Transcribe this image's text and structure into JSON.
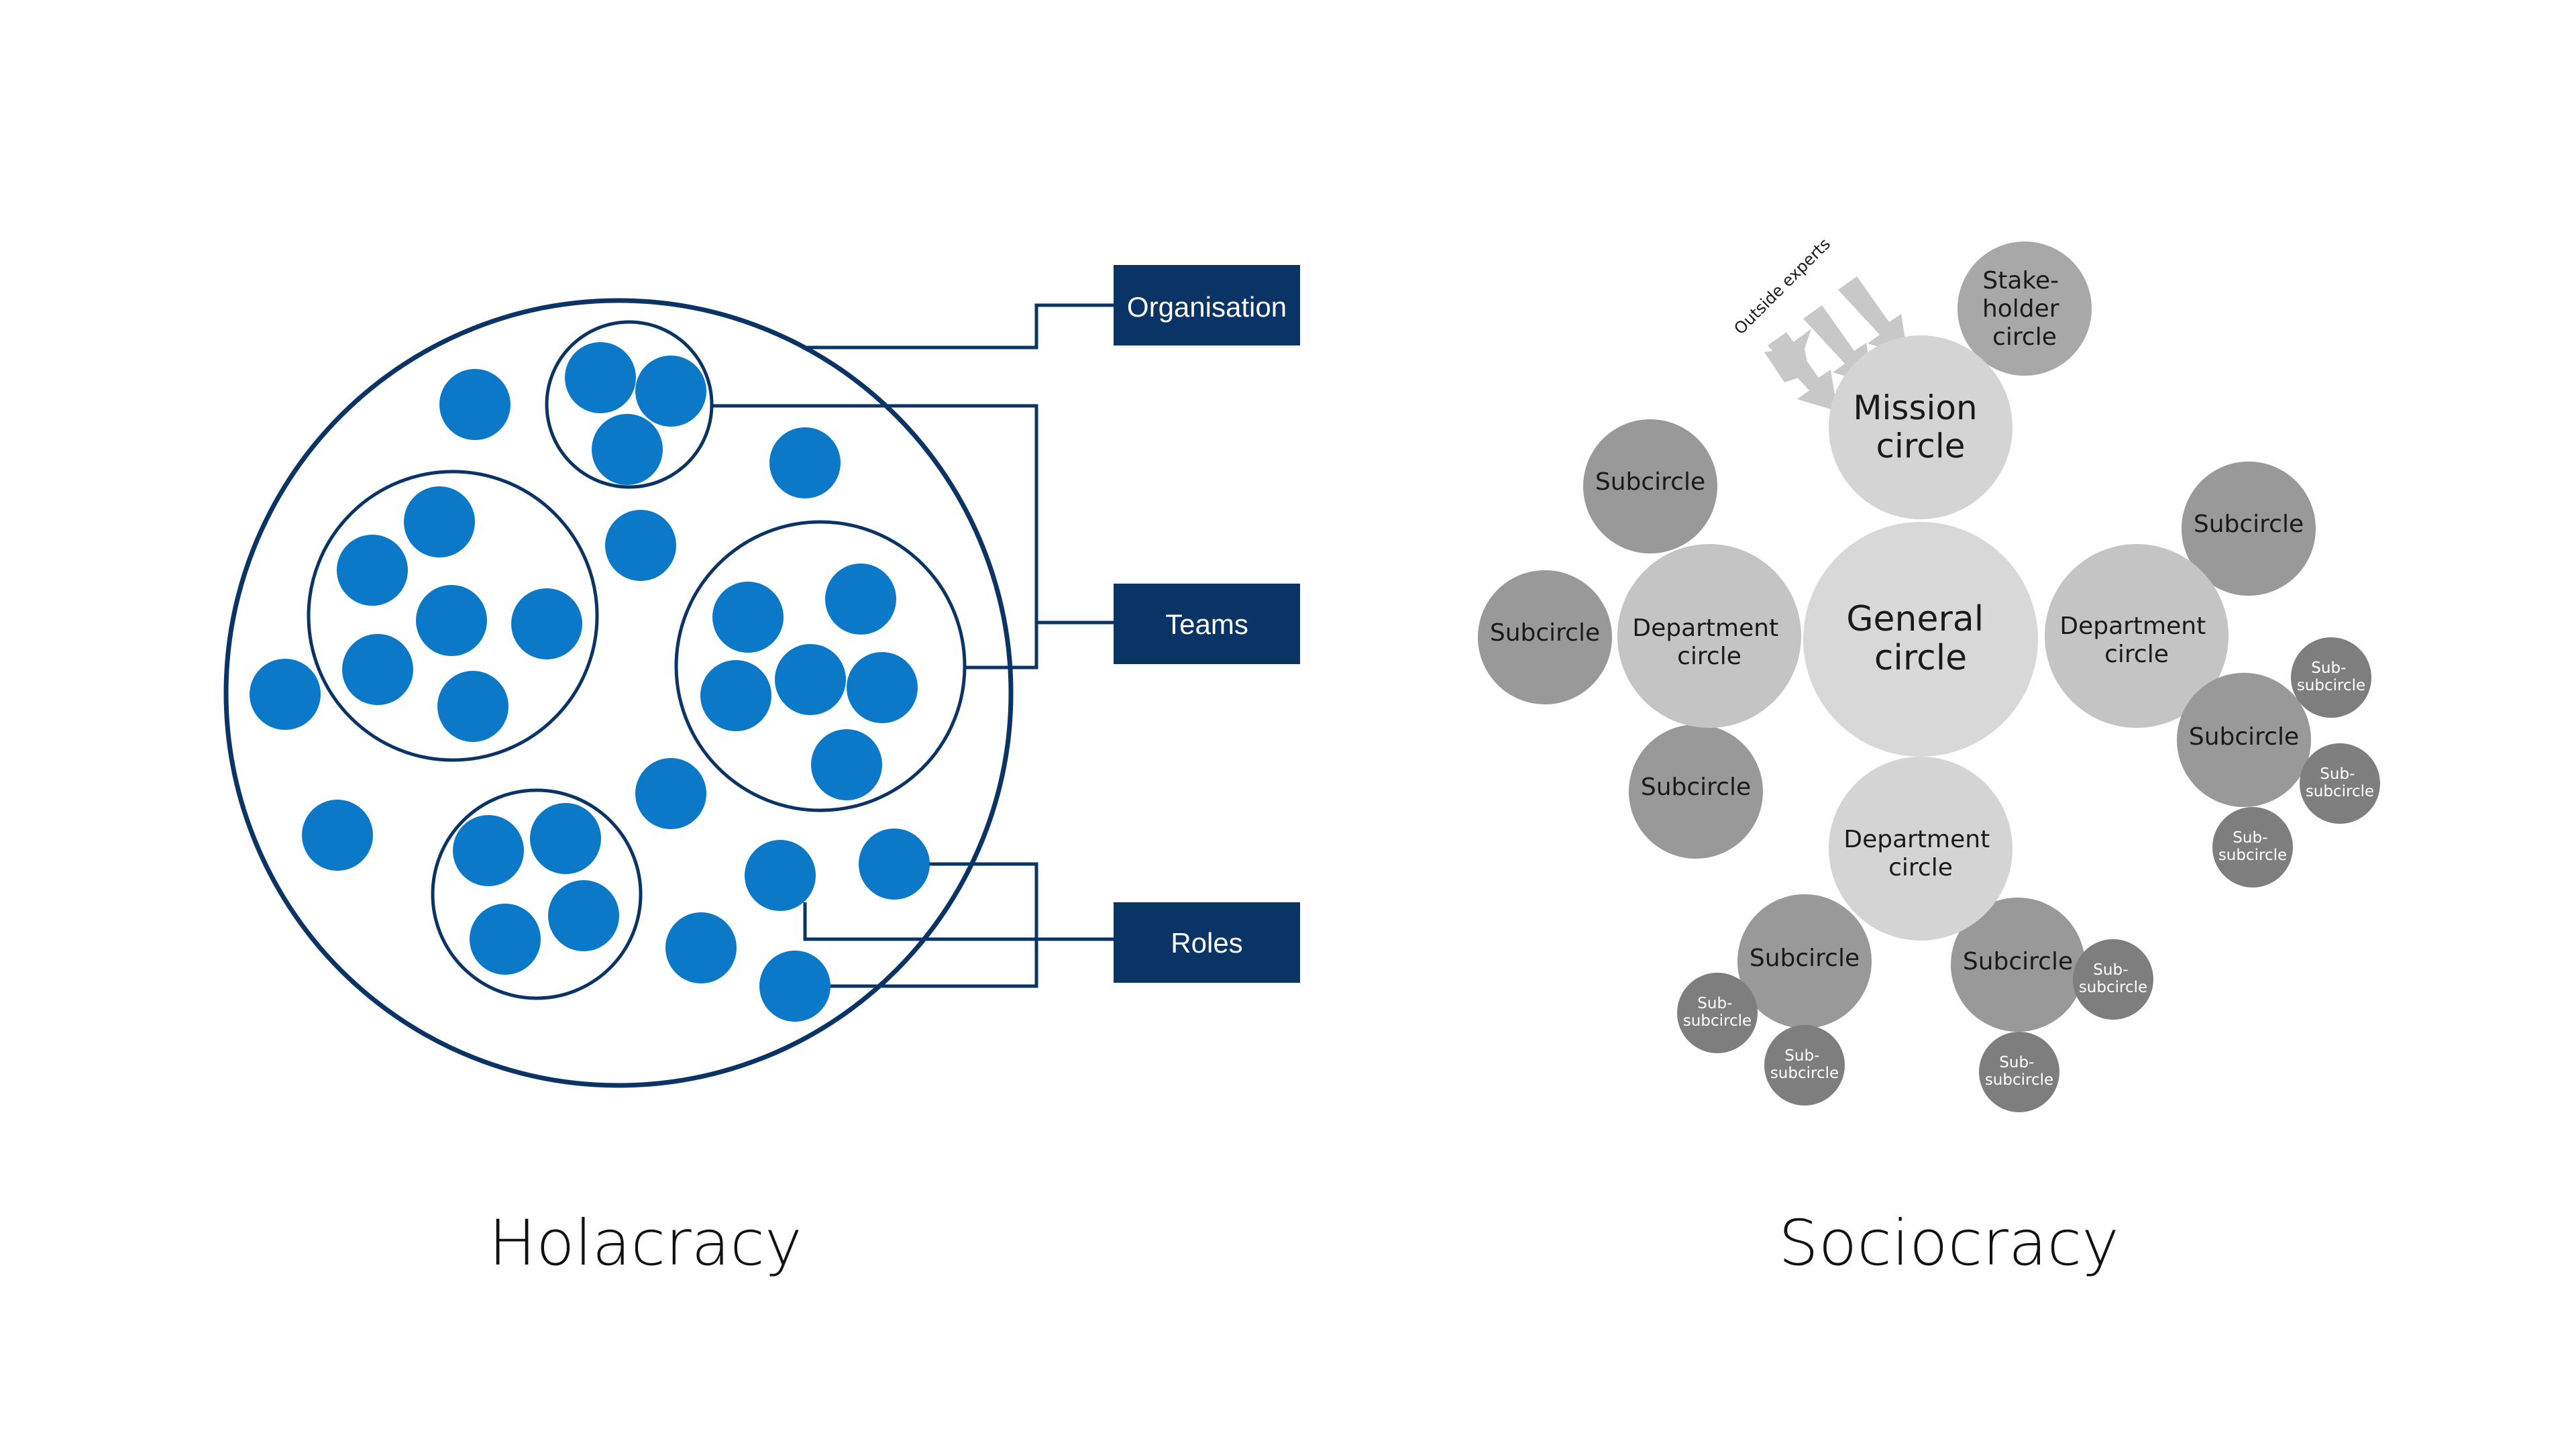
{
  "holacracy": {
    "caption": "Holacracy",
    "legend": {
      "organisation": "Organisation",
      "teams": "Teams",
      "roles": "Roles"
    }
  },
  "sociocracy": {
    "caption": "Sociocracy",
    "outside_experts": "Outside experts",
    "stakeholder": [
      "Stake-",
      "holder",
      "circle"
    ],
    "mission": [
      "Mission",
      "circle"
    ],
    "general": [
      "General",
      "circle"
    ],
    "department": [
      "Department",
      "circle"
    ],
    "subcircle": "Subcircle",
    "subsub": [
      "Sub-",
      "subcircle"
    ]
  },
  "colors": {
    "navy": "#0a3466",
    "role_blue": "#0b78c8",
    "light_gray": "#d6d6d6",
    "mid_gray": "#c2c2c2",
    "dark_gray": "#9a9a9a",
    "darker_gray": "#7e7e7e"
  }
}
